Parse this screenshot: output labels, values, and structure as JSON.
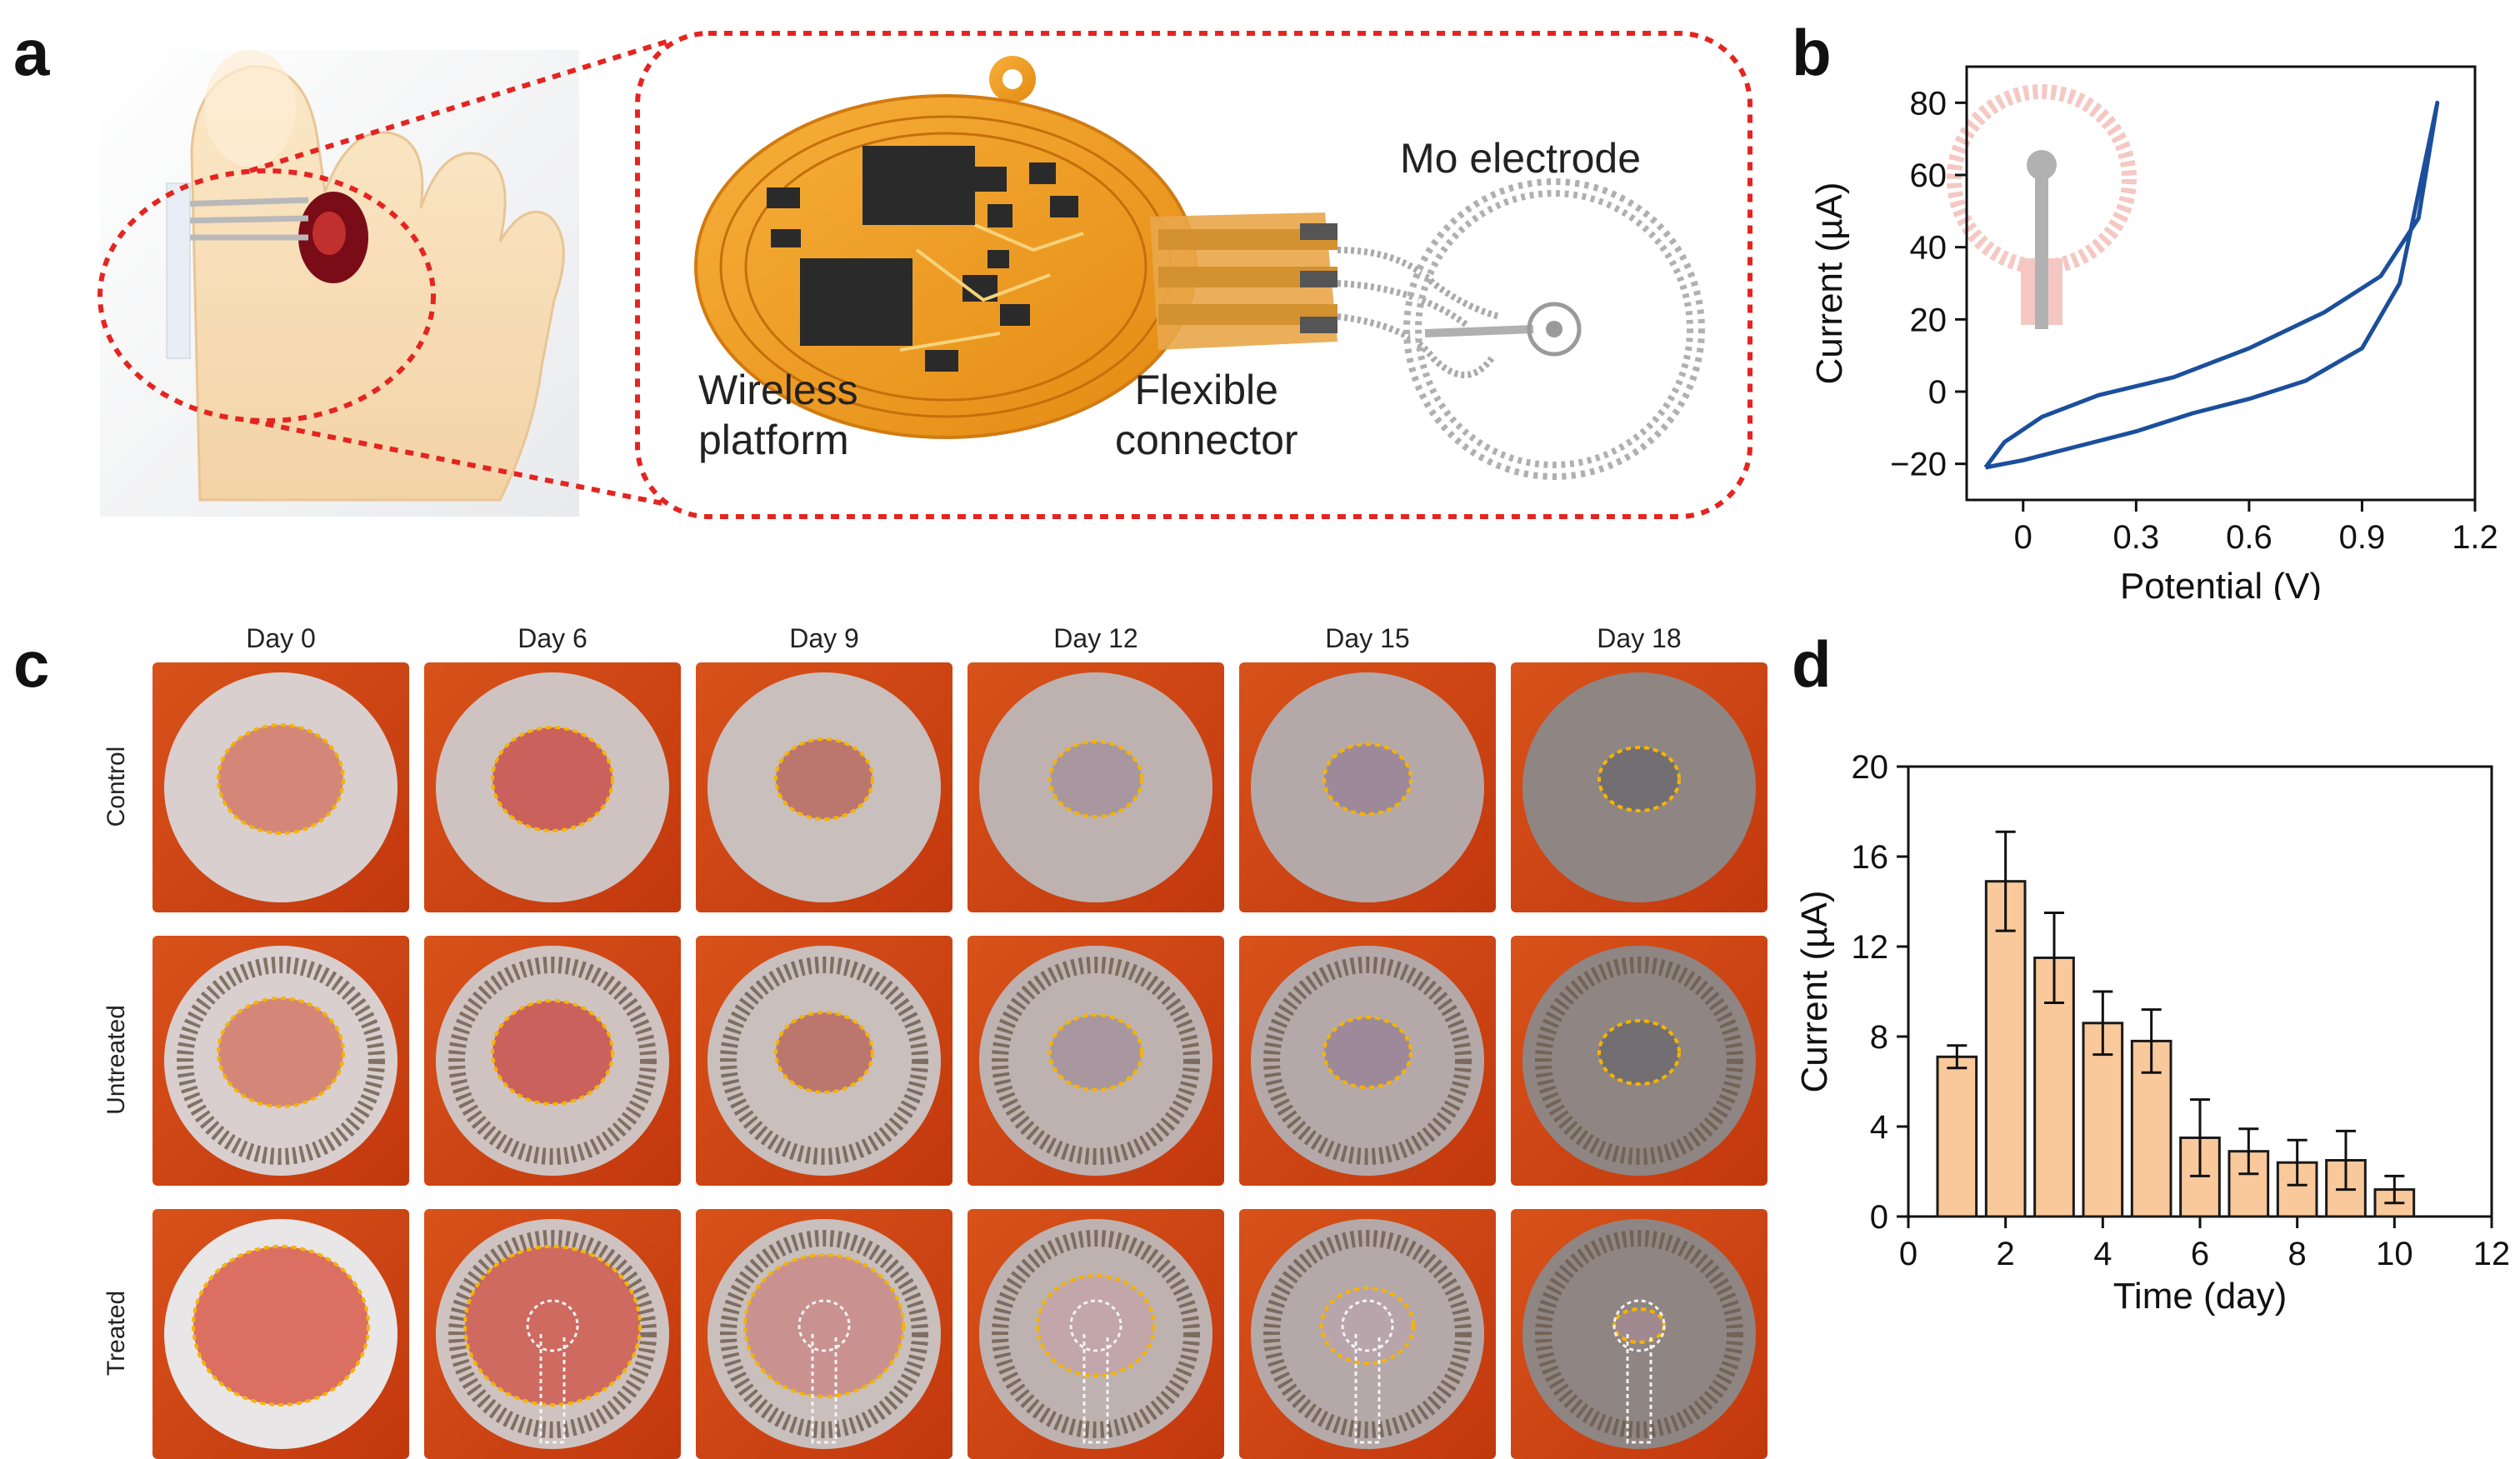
{
  "panels": {
    "a": {
      "letter": "a",
      "labels": {
        "mo_electrode": "Mo electrode",
        "wireless_line1": "Wireless",
        "wireless_line2": "platform",
        "flexible_line1": "Flexible",
        "flexible_line2": "connector"
      }
    },
    "b": {
      "letter": "b"
    },
    "c": {
      "letter": "c",
      "days": [
        "Day 0",
        "Day 6",
        "Day 9",
        "Day 12",
        "Day 15",
        "Day 18"
      ],
      "rows": [
        "Control",
        "Untreated",
        "Treated"
      ]
    },
    "d": {
      "letter": "d"
    }
  },
  "colors": {
    "dashed_callout": "#e52420",
    "cv_curve": "#1b4f9c",
    "bar_fill": "#f9c99b",
    "bar_stroke": "#1a1a1a",
    "wound_outline": "#f5b400",
    "tile_background": "#d24a14"
  },
  "chart_data": [
    {
      "type": "line",
      "panel": "b",
      "xlabel": "Potential (V)",
      "ylabel": "Current (µA)",
      "xlim": [
        -0.15,
        1.2
      ],
      "ylim": [
        -30,
        90
      ],
      "xticks": [
        0,
        0.3,
        0.6,
        0.9,
        1.2
      ],
      "xtick_labels": [
        "0",
        "0.3",
        "0.6",
        "0.9",
        "1.2"
      ],
      "yticks": [
        -20,
        0,
        20,
        40,
        60,
        80
      ],
      "ytick_labels": [
        "−20",
        "0",
        "20",
        "40",
        "60",
        "80"
      ],
      "grid": false,
      "series": [
        {
          "x": [
            -0.1,
            -0.05,
            0.05,
            0.2,
            0.4,
            0.6,
            0.8,
            0.95,
            1.05,
            1.1,
            1.08,
            1.0,
            0.9,
            0.75,
            0.6,
            0.45,
            0.3,
            0.15,
            0.0,
            -0.1
          ],
          "y": [
            -21,
            -14,
            -7,
            -1,
            4,
            12,
            22,
            32,
            48,
            80,
            70,
            30,
            12,
            3,
            -2,
            -6,
            -11,
            -15,
            -19,
            -21
          ]
        }
      ]
    },
    {
      "type": "bar",
      "panel": "d",
      "xlabel": "Time (day)",
      "ylabel": "Current (µA)",
      "xlim": [
        0,
        12
      ],
      "ylim": [
        0,
        20
      ],
      "xticks": [
        0,
        2,
        4,
        6,
        8,
        10,
        12
      ],
      "yticks": [
        0,
        4,
        8,
        12,
        16,
        20
      ],
      "grid": false,
      "x": [
        1,
        2,
        3,
        4,
        5,
        6,
        7,
        8,
        9,
        10
      ],
      "values": [
        7.1,
        14.9,
        11.5,
        8.6,
        7.8,
        3.5,
        2.9,
        2.4,
        2.5,
        1.2
      ],
      "errors": [
        0.5,
        2.2,
        2.0,
        1.4,
        1.4,
        1.7,
        1.0,
        1.0,
        1.3,
        0.6
      ]
    }
  ]
}
